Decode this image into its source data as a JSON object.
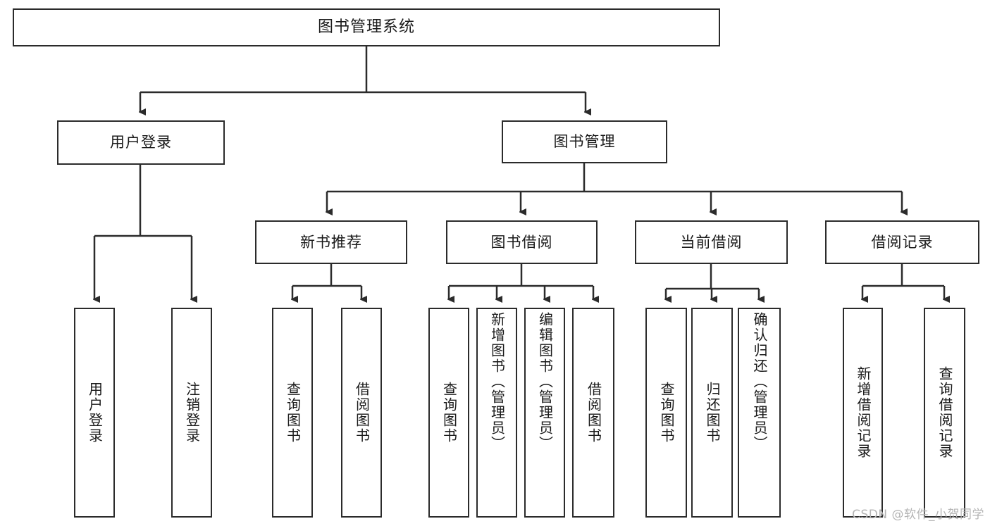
{
  "diagram": {
    "title": "图书管理系统",
    "watermark": "CSDN @软件_小贺同学",
    "line_color": "#2b2b2b",
    "box_fill": "#ffffff",
    "text_color": "#1a1a1a",
    "watermark_color": "#b4b4b4"
  },
  "nodes": {
    "root": {
      "label": "图书管理系统"
    },
    "level1": [
      {
        "label": "用户登录"
      },
      {
        "label": "图书管理"
      }
    ],
    "level2": [
      {
        "label": "新书推荐"
      },
      {
        "label": "图书借阅"
      },
      {
        "label": "当前借阅"
      },
      {
        "label": "借阅记录"
      }
    ],
    "leaves": {
      "user_login": [
        {
          "label": "用户登录"
        },
        {
          "label": "注销登录"
        }
      ],
      "new_book": [
        {
          "label": "查询图书"
        },
        {
          "label": "借阅图书"
        }
      ],
      "book_borrow": [
        {
          "label": "查询图书"
        },
        {
          "label": "新增图书（管理员）"
        },
        {
          "label": "编辑图书（管理员）"
        },
        {
          "label": "借阅图书"
        }
      ],
      "current_borrow": [
        {
          "label": "查询图书"
        },
        {
          "label": "归还图书"
        },
        {
          "label": "确认归还（管理员）"
        }
      ],
      "borrow_record": [
        {
          "label": "新增借阅记录"
        },
        {
          "label": "查询借阅记录"
        }
      ]
    }
  }
}
